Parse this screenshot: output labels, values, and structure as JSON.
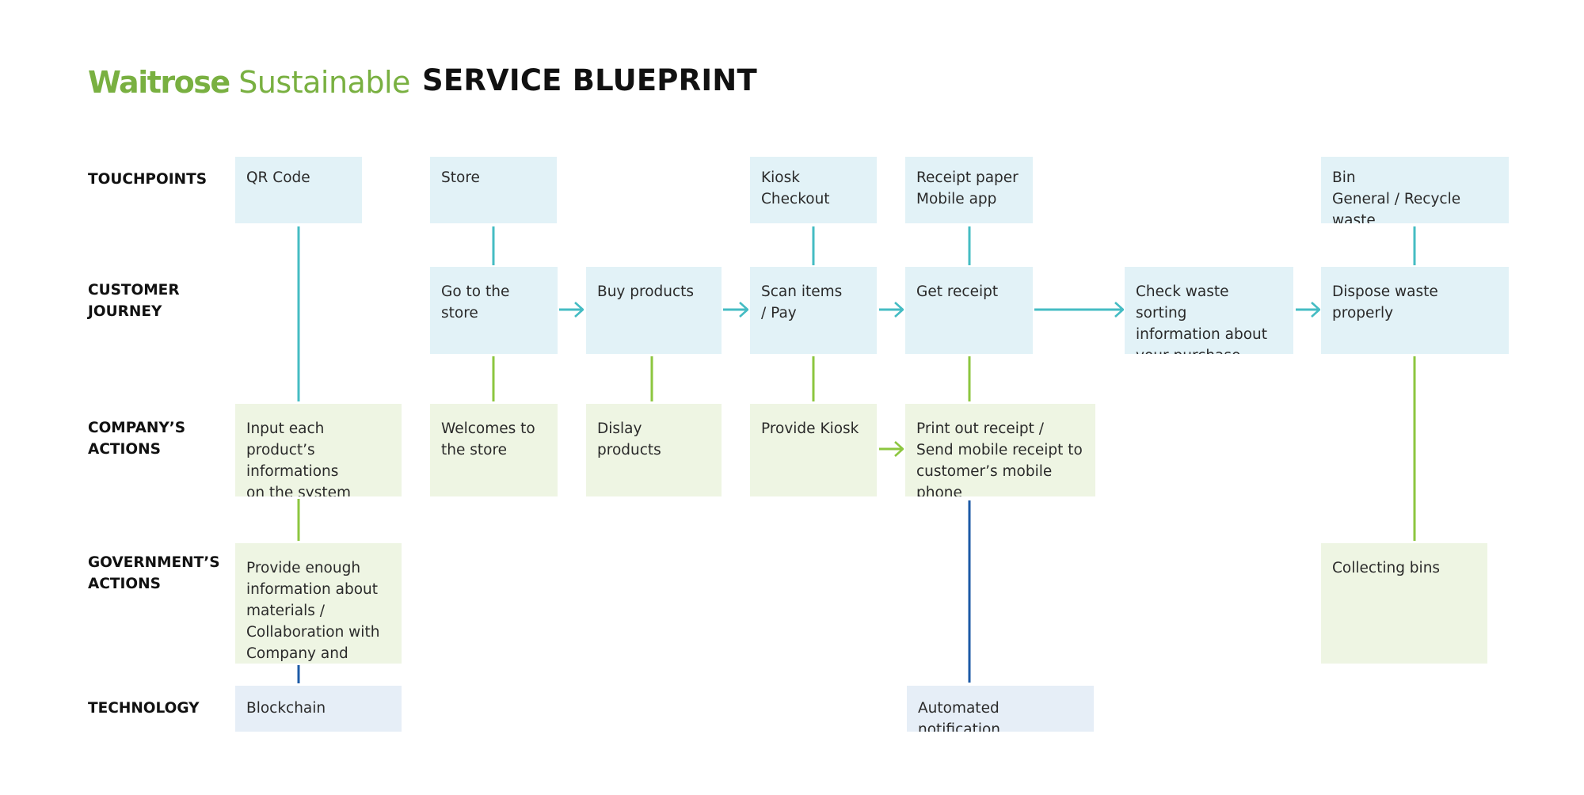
{
  "brand": {
    "part1": "Waitrose",
    "part2": " Sustainable"
  },
  "title": "SERVICE BLUEPRINT",
  "colors": {
    "brand_green": "#79b041",
    "touchpoint_fill": "#e2f2f7",
    "journey_fill": "#e2f2f7",
    "action_fill": "#eef5e3",
    "technology_fill": "#e6eef7",
    "teal_line": "#45bcc3",
    "green_line": "#8cc63f",
    "blue_line": "#1c5aa6"
  },
  "rows": [
    {
      "id": "touchpoints",
      "label": "TOUCHPOINTS"
    },
    {
      "id": "journey",
      "label": "CUSTOMER\nJOURNEY"
    },
    {
      "id": "company",
      "label": "COMPANY’S\nACTIONS"
    },
    {
      "id": "government",
      "label": "GOVERNMENT’S\nACTIONS"
    },
    {
      "id": "technology",
      "label": "TECHNOLOGY"
    }
  ],
  "touchpoints": {
    "qr": "QR Code",
    "store": "Store",
    "kiosk": "Kiosk\nCheckout",
    "receipt": "Receipt paper\nMobile app",
    "bin": "Bin\nGeneral / Recycle waste"
  },
  "journey": {
    "go_store": "Go to the store",
    "buy": "Buy products",
    "scan": "Scan items\n/ Pay",
    "get_receipt": "Get receipt",
    "check_waste": "Check waste sorting\ninformation about\nyour purchase",
    "dispose": "Dispose waste properly"
  },
  "company": {
    "input_info": "Input each product’s\ninformations\non the system",
    "welcome": "Welcomes to\nthe store",
    "display": "Dislay products",
    "provide_kiosk": "Provide Kiosk",
    "print_receipt": "Print out receipt /\nSend mobile receipt to\ncustomer’s mobile phone"
  },
  "government": {
    "provide_info": "Provide enough\ninformation about\nmaterials /\nCollaboration with\nCompany and factory",
    "collecting": "Collecting bins"
  },
  "technology": {
    "blockchain": "Blockchain",
    "notification": "Automated notification"
  }
}
